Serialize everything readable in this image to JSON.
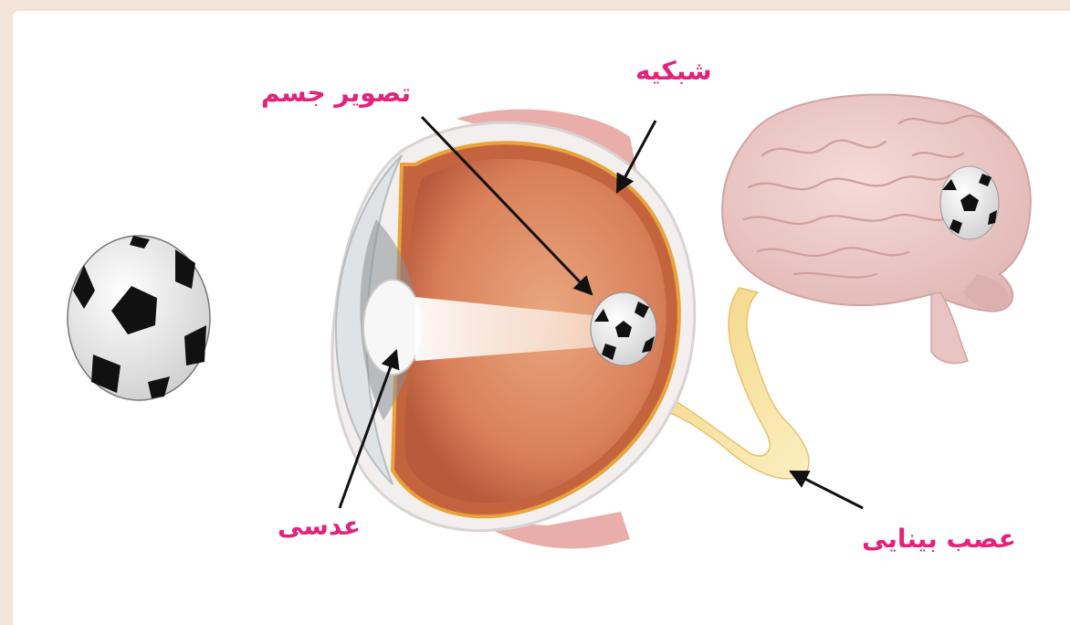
{
  "labels": {
    "object_image": "تصویر جسم",
    "retina": "شبکیه",
    "lens": "عدسی",
    "optic_nerve": "عصب بینایی"
  },
  "colors": {
    "label": "#e3227a",
    "page_background": "#f3e3d8",
    "panel": "#ffffff"
  },
  "icons": [
    "soccer-ball-icon",
    "eye-cross-section",
    "brain-illustration"
  ]
}
